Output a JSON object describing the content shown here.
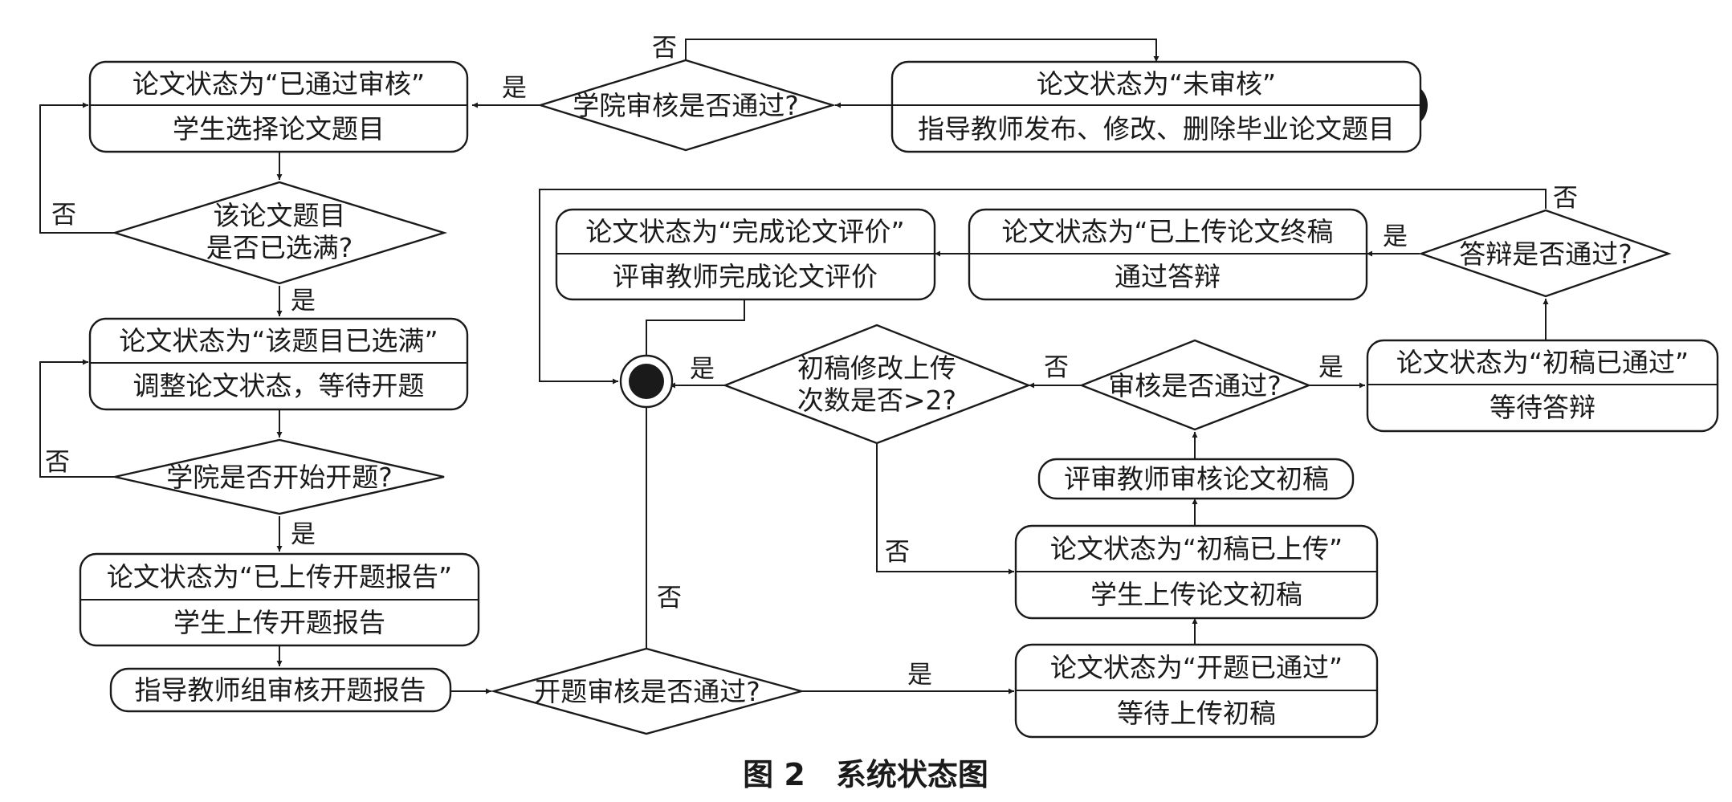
{
  "caption": "图 2　系统状态图",
  "nodes": {
    "unreviewed": {
      "state": "论文状态为“未审核”",
      "action": "指导教师发布、修改、删除毕业论文题目"
    },
    "approved": {
      "state": "论文状态为“已通过审核”",
      "action": "学生选择论文题目"
    },
    "full": {
      "state": "论文状态为“该题目已选满”",
      "action": "调整论文状态，等待开题"
    },
    "proposal_up": {
      "state": "论文状态为“已上传开题报告”",
      "action": "学生上传开题报告"
    },
    "group_review": {
      "label": "指导教师组审核开题报告"
    },
    "evaluated": {
      "state": "论文状态为“完成论文评价”",
      "action": "评审教师完成论文评价"
    },
    "final_up": {
      "state": "论文状态为“已上传论文终稿",
      "action": "通过答辩"
    },
    "draft_passed": {
      "state": "论文状态为“初稿已通过”",
      "action": "等待答辩"
    },
    "reviewer": {
      "label": "评审教师审核论文初稿"
    },
    "draft_up": {
      "state": "论文状态为“初稿已上传”",
      "action": "学生上传论文初稿"
    },
    "proposal_ok": {
      "state": "论文状态为“开题已通过”",
      "action": "等待上传初稿"
    }
  },
  "decisions": {
    "college_review": "学院审核是否通过?",
    "topic_full_1": "该论文题目",
    "topic_full_2": "是否已选满?",
    "college_start": "学院是否开始开题?",
    "proposal_review": "开题审核是否通过?",
    "defense": "答辩是否通过?",
    "draft_review": "审核是否通过?",
    "resubmit_1": "初稿修改上传",
    "resubmit_2": "次数是否>2?"
  },
  "edge_labels": {
    "yes": "是",
    "no": "否"
  }
}
